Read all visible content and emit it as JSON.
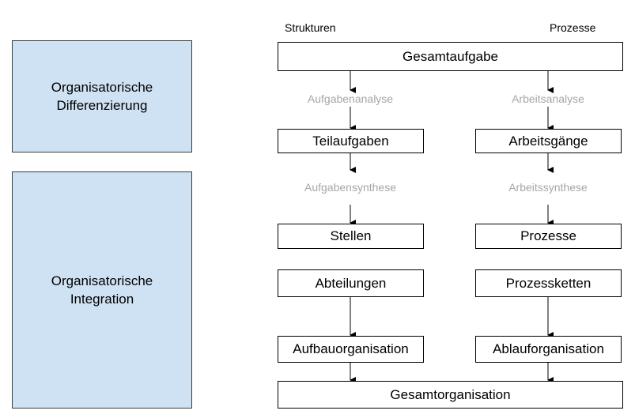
{
  "left": {
    "differentiation": "Organisatorische\nDifferenzierung",
    "integration": "Organisatorische\nIntegration"
  },
  "columns": {
    "structures": "Strukturen",
    "processes": "Prozesse"
  },
  "boxes": {
    "total_task": "Gesamtaufgabe",
    "subtasks": "Teilaufgaben",
    "work_steps": "Arbeitsgänge",
    "positions": "Stellen",
    "processes": "Prozesse",
    "departments": "Abteilungen",
    "process_chains": "Prozessketten",
    "structural_org": "Aufbauorganisation",
    "process_org": "Ablauforganisation",
    "total_org": "Gesamtorganisation"
  },
  "steps": {
    "task_analysis": "Aufgabenanalyse",
    "work_analysis": "Arbeitsanalyse",
    "task_synthesis": "Aufgabensynthese",
    "work_synthesis": "Arbeitssynthese"
  }
}
